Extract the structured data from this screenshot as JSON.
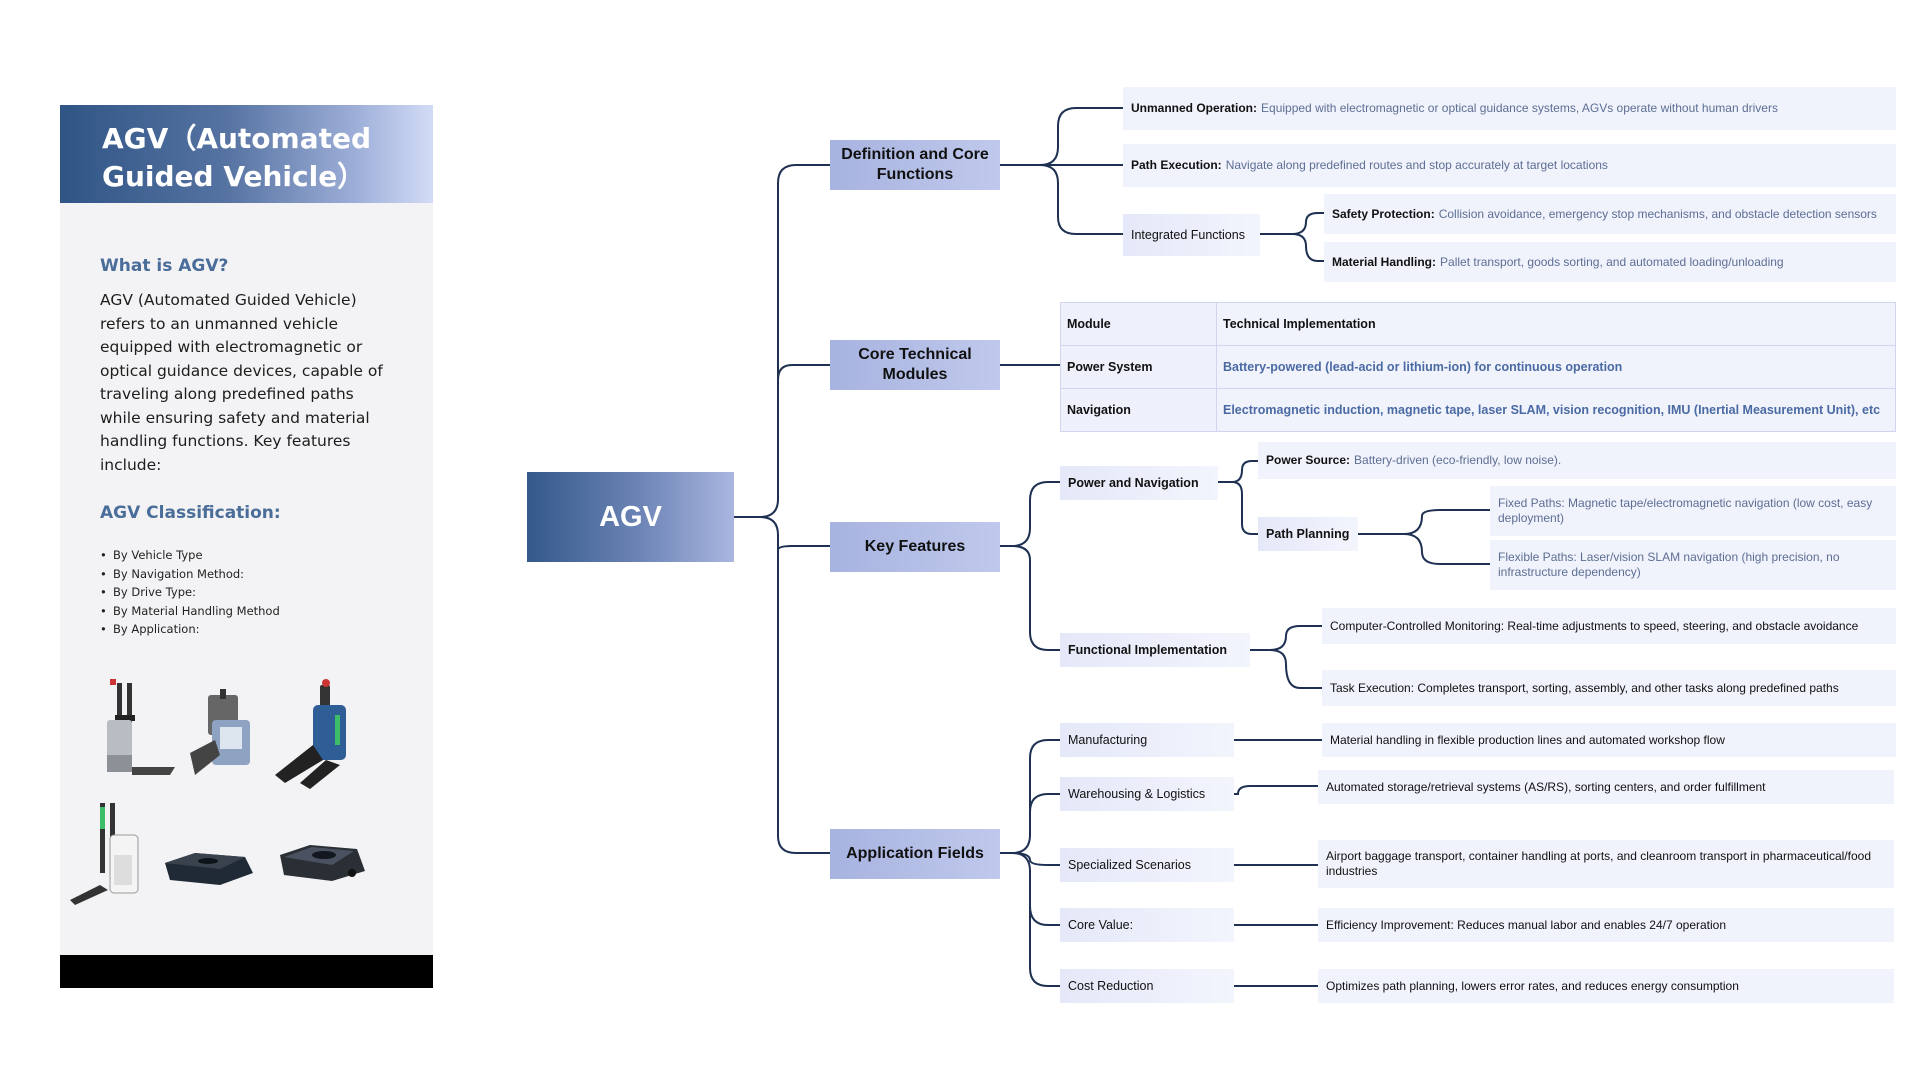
{
  "left_panel": {
    "title": "AGV（Automated Guided Vehicle）",
    "what_heading": "What is AGV?",
    "what_body": "AGV (Automated Guided Vehicle) refers to an unmanned vehicle equipped with electromagnetic or optical guidance devices, capable of traveling along predefined paths while ensuring safety and material handling functions. Key features include:",
    "classification_heading": "AGV Classification:",
    "classification_items": [
      "By Vehicle Type",
      "By Navigation Method:",
      "By Drive Type:",
      "By Material Handling Method",
      "By Application:"
    ],
    "colors": {
      "accent": "#2f5585",
      "heading": "#4a6d99"
    }
  },
  "root": {
    "label": "AGV"
  },
  "definition": {
    "label": "Definition and Core Functions",
    "unmanned": {
      "title": "Unmanned Operation:",
      "desc": "Equipped with electromagnetic or optical guidance systems, AGVs operate without human drivers"
    },
    "path_exec": {
      "title": "Path Execution:",
      "desc": "Navigate along predefined routes and stop accurately at target locations"
    },
    "integrated": {
      "label": "Integrated Functions",
      "safety": {
        "title": "Safety Protection:",
        "desc": "Collision avoidance, emergency stop mechanisms, and obstacle detection sensors"
      },
      "material": {
        "title": "Material Handling:",
        "desc": "Pallet transport, goods sorting, and automated loading/unloading"
      }
    }
  },
  "core": {
    "label": "Core Technical Modules",
    "table": {
      "header": [
        "Module",
        "Technical Implementation"
      ],
      "rows": [
        [
          "Power System",
          "Battery-powered (lead-acid or lithium-ion) for continuous operation"
        ],
        [
          "Navigation",
          "Electromagnetic induction, magnetic tape, laser SLAM, vision recognition, IMU (Inertial Measurement Unit), etc"
        ]
      ]
    }
  },
  "features": {
    "label": "Key Features",
    "power_nav": {
      "label": "Power and Navigation",
      "power_source": {
        "title": "Power Source:",
        "desc": "Battery-driven (eco-friendly, low noise)."
      },
      "path_planning": {
        "label": "Path Planning",
        "fixed": "Fixed Paths: Magnetic tape/electromagnetic navigation (low cost, easy deployment)",
        "flexible": "Flexible Paths: Laser/vision SLAM navigation (high precision, no infrastructure dependency)"
      }
    },
    "functional": {
      "label": "Functional Implementation",
      "monitoring": "Computer-Controlled Monitoring: Real-time adjustments to speed, steering, and obstacle avoidance",
      "task": "Task Execution: Completes transport, sorting, assembly, and other tasks along predefined paths"
    }
  },
  "applications": {
    "label": "Application Fields",
    "items": [
      {
        "name": "Manufacturing",
        "desc": "Material handling in flexible production lines and automated workshop flow"
      },
      {
        "name": "Warehousing & Logistics",
        "desc": "Automated storage/retrieval systems (AS/RS), sorting centers, and order fulfillment"
      },
      {
        "name": "Specialized Scenarios",
        "desc": "Airport baggage transport, container handling at ports, and cleanroom transport in pharmaceutical/food industries"
      },
      {
        "name": "Core Value:",
        "desc": "Efficiency Improvement: Reduces manual labor and enables 24/7 operation"
      },
      {
        "name": "Cost Reduction",
        "desc": "Optimizes path planning, lowers error rates, and reduces energy consumption"
      }
    ]
  },
  "colors": {
    "connector": "#1f3152",
    "branch": "#b3bde6",
    "leaf_bg": "#f0f2fc",
    "desc_text": "#5d6f93"
  }
}
